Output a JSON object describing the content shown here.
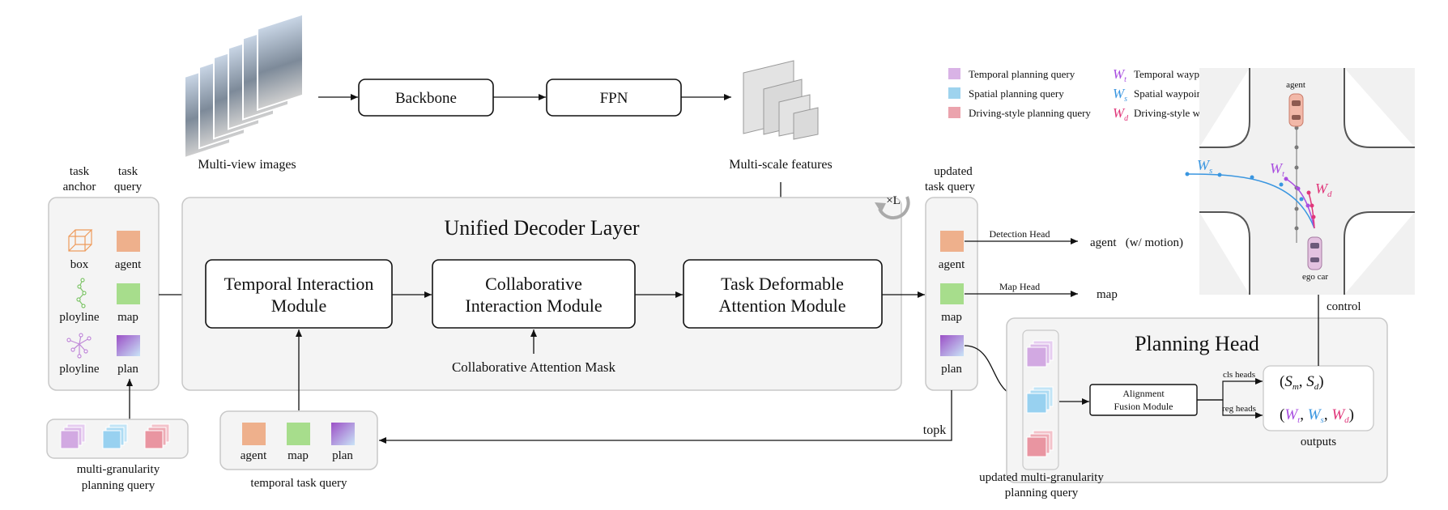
{
  "input": {
    "images_label": "Multi-view images",
    "backbone": "Backbone",
    "fpn": "FPN",
    "features_label": "Multi-scale features"
  },
  "left": {
    "col1_header": [
      "task",
      "anchor"
    ],
    "col2_header": [
      "task",
      "query"
    ],
    "rows": [
      {
        "anchor": "box",
        "query": "agent"
      },
      {
        "anchor": "ployline",
        "query": "map"
      },
      {
        "anchor": "ployline",
        "query": "plan"
      }
    ],
    "mg_query_label": [
      "multi-granularity",
      "planning query"
    ]
  },
  "decoder": {
    "title": "Unified Decoder Layer",
    "repeat": "×L",
    "temporal": [
      "Temporal Interaction",
      "Module"
    ],
    "collab": [
      "Collaborative",
      "Interaction Module"
    ],
    "deform": [
      "Task Deformable",
      "Attention Module"
    ],
    "mask_label": "Collaborative Attention Mask"
  },
  "temporal_query": {
    "items": [
      "agent",
      "map",
      "plan"
    ],
    "label": "temporal task query"
  },
  "updated": {
    "header": [
      "updated",
      "task  query"
    ],
    "items": [
      "agent",
      "map",
      "plan"
    ],
    "topk": "topk"
  },
  "heads": {
    "detection_head": "Detection Head",
    "agent_out": "agent   (w/ motion)",
    "map_head": "Map Head",
    "map_out": "map"
  },
  "planning": {
    "title": "Planning Head",
    "alignment": [
      "Alignment",
      "Fusion Module"
    ],
    "cls_heads": "cls heads",
    "reg_heads": "reg heads",
    "outputs_label": "outputs",
    "updated_label": [
      "updated multi-granularity",
      "planning query"
    ],
    "control": "control"
  },
  "legend": {
    "items": [
      {
        "label": "Temporal planning query",
        "color": "#d9b3e6"
      },
      {
        "label": "Spatial planning query",
        "color": "#9ed3ee"
      },
      {
        "label": "Driving-style planning query",
        "color": "#eba3ad"
      }
    ],
    "waypoints": [
      {
        "sym": "W",
        "sub": "t",
        "label": "Temporal waypoints",
        "color": "#a94ee0"
      },
      {
        "sym": "W",
        "sub": "s",
        "label": "Spatial waypoints",
        "color": "#3a96e0"
      },
      {
        "sym": "W",
        "sub": "d",
        "label": "Driving-style waypoints",
        "color": "#e0367a"
      }
    ]
  },
  "scene": {
    "agent": "agent",
    "ego": "ego car"
  },
  "colors": {
    "agent": "#eeb08c",
    "map": "#a7dd8c",
    "plan_start": "#9b4fc6",
    "plan_end": "#c9e4f7",
    "panel": "#f4f4f4",
    "panel_border": "#c8c8c8"
  }
}
